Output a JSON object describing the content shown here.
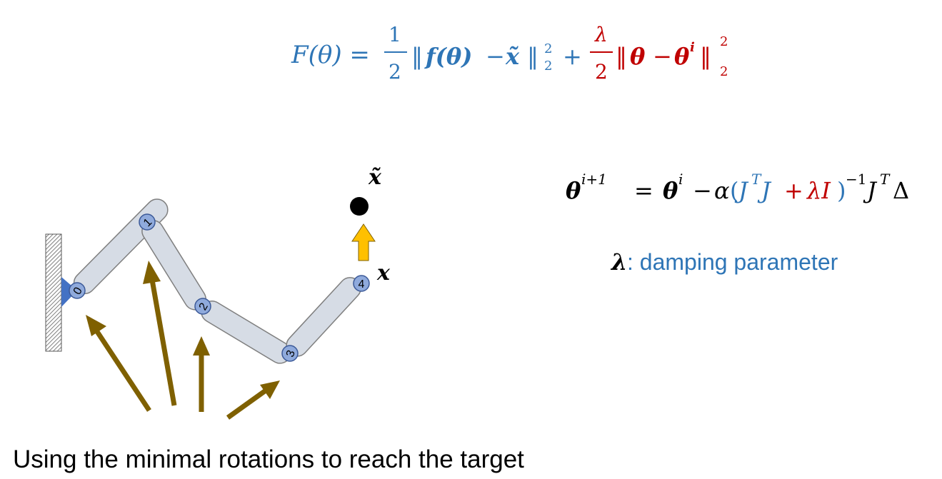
{
  "colors": {
    "blue": "#2E75B6",
    "red": "#C00000",
    "text": "#000000",
    "link_fill": "#D6DCE5",
    "joint_fill": "#8FAADC",
    "joint_stroke": "#3B5998",
    "base_fill": "#4472C4",
    "rotation_arrow": "#7F6000",
    "target_arrow": "#FFC000"
  },
  "objective": {
    "lhs": "F(θ) =",
    "half_num": "1",
    "half_den": "2",
    "norm_open": "‖",
    "f_theta": "f(θ)",
    "minus": "−",
    "target": "x̃",
    "norm_close": "‖",
    "sub_2": "2",
    "sup_2": "2",
    "plus": "+",
    "lambda": "λ",
    "den_2": "2",
    "theta": "θ",
    "theta_i": "θ",
    "sup_i": "i",
    "reg_sub": "2",
    "reg_sup": "2"
  },
  "update": {
    "theta": "θ",
    "sup_next": "i+1",
    "equals": "=",
    "theta_i": "θ",
    "sup_i": "i",
    "minus": "−",
    "alpha": "α",
    "open": "(",
    "jt": "J",
    "sup_t1": "T",
    "j": "J",
    "plus": "+",
    "lambda_i": "λI",
    "close": ")",
    "sup_inv": "−1",
    "jt2": "J",
    "sup_t2": "T",
    "delta": "Δ"
  },
  "legend": {
    "symbol": "λ",
    "text": ": damping parameter"
  },
  "diagram": {
    "target_label": "x̃",
    "end_label": "x",
    "joints": [
      "0",
      "1",
      "2",
      "3",
      "4"
    ]
  },
  "caption": "Using the minimal rotations to reach the target"
}
